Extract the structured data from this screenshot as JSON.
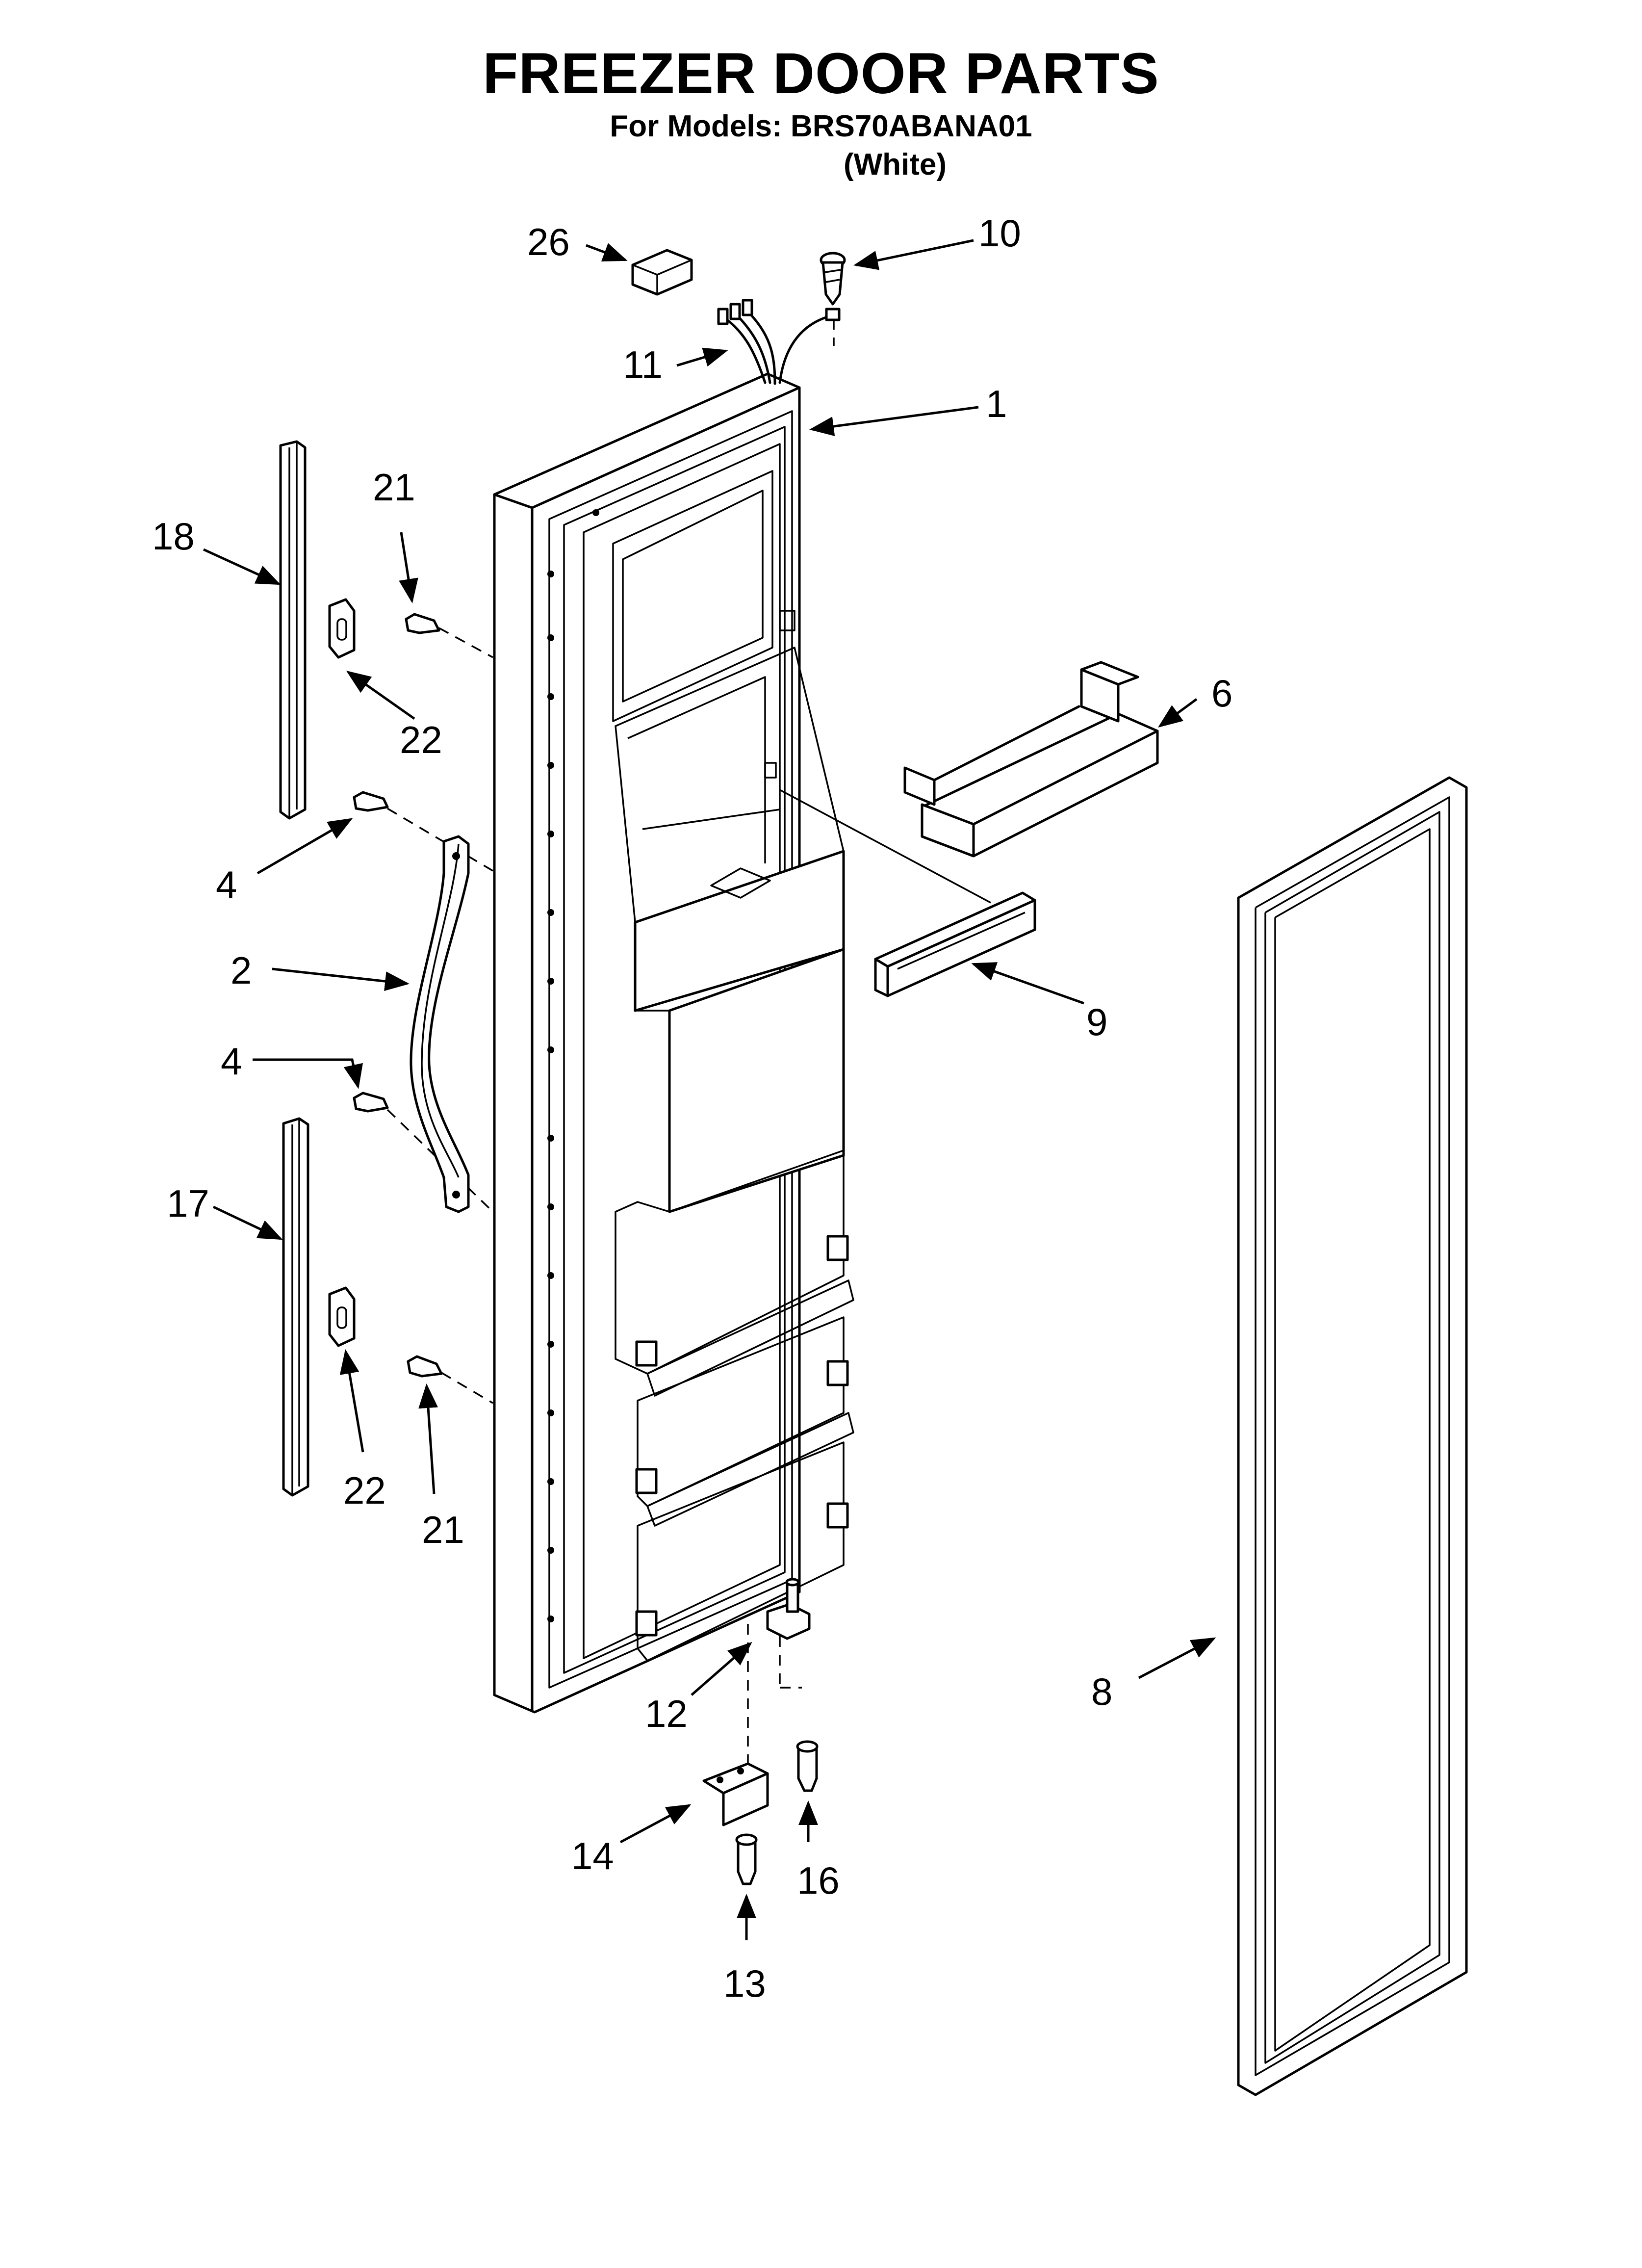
{
  "title": "FREEZER DOOR PARTS",
  "models_line": "For Models: BRS70ABANA01",
  "color_variant": "(White)",
  "callouts": [
    {
      "id": "c26",
      "label": "26",
      "part": "connector"
    },
    {
      "id": "c10",
      "label": "10",
      "part": "screw"
    },
    {
      "id": "c11",
      "label": "11",
      "part": "wire-harness"
    },
    {
      "id": "c1",
      "label": "1",
      "part": "door-assembly"
    },
    {
      "id": "c21a",
      "label": "21",
      "part": "screw"
    },
    {
      "id": "c18",
      "label": "18",
      "part": "trim"
    },
    {
      "id": "c22a",
      "label": "22",
      "part": "clip"
    },
    {
      "id": "c6",
      "label": "6",
      "part": "shelf"
    },
    {
      "id": "c4a",
      "label": "4",
      "part": "screw"
    },
    {
      "id": "c2",
      "label": "2",
      "part": "handle"
    },
    {
      "id": "c9",
      "label": "9",
      "part": "trim"
    },
    {
      "id": "c4b",
      "label": "4",
      "part": "screw"
    },
    {
      "id": "c17",
      "label": "17",
      "part": "trim"
    },
    {
      "id": "c22b",
      "label": "22",
      "part": "clip"
    },
    {
      "id": "c21b",
      "label": "21",
      "part": "screw"
    },
    {
      "id": "c8",
      "label": "8",
      "part": "gasket"
    },
    {
      "id": "c12",
      "label": "12",
      "part": "hinge-pin"
    },
    {
      "id": "c14",
      "label": "14",
      "part": "hinge"
    },
    {
      "id": "c16",
      "label": "16",
      "part": "screw"
    },
    {
      "id": "c13",
      "label": "13",
      "part": "screw"
    }
  ],
  "colors": {
    "ink": "#000000",
    "paper": "#ffffff"
  }
}
